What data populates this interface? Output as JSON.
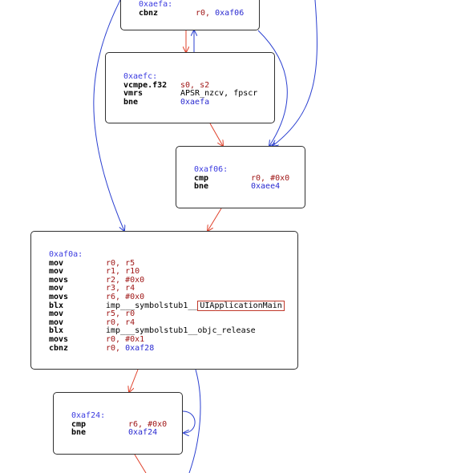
{
  "colors": {
    "true_edge": "#2a3fd0",
    "false_edge": "#e0402a",
    "address": "#3a3ae0",
    "operand": "#a01818",
    "highlight": "#c0392b"
  },
  "blocks": [
    {
      "id": "b_aefa",
      "addr": "0xaefa:",
      "lines": [
        {
          "mn": "cbnz",
          "ops": [
            {
              "t": "r0, ",
              "c": "imm"
            },
            {
              "t": "0xaf06",
              "c": "tgt"
            }
          ]
        }
      ]
    },
    {
      "id": "b_aefc",
      "addr": "0xaefc:",
      "lines": [
        {
          "mn": "vcmpe.f32",
          "ops": [
            {
              "t": "s0, s2",
              "c": "imm"
            }
          ]
        },
        {
          "mn": "vmrs",
          "ops": [
            {
              "t": "APSR_nzcv, fpscr",
              "c": "plain"
            }
          ]
        },
        {
          "mn": "bne",
          "ops": [
            {
              "t": "0xaefa",
              "c": "tgt"
            }
          ]
        }
      ]
    },
    {
      "id": "b_af06",
      "addr": "0xaf06:",
      "lines": [
        {
          "mn": "cmp",
          "ops": [
            {
              "t": "r0, #0x0",
              "c": "imm"
            }
          ]
        },
        {
          "mn": "bne",
          "ops": [
            {
              "t": "0xaee4",
              "c": "tgt"
            }
          ]
        }
      ]
    },
    {
      "id": "b_af0a",
      "addr": "0xaf0a:",
      "lines": [
        {
          "mn": "mov",
          "ops": [
            {
              "t": "r0, r5",
              "c": "imm"
            }
          ]
        },
        {
          "mn": "mov",
          "ops": [
            {
              "t": "r1, r10",
              "c": "imm"
            }
          ]
        },
        {
          "mn": "movs",
          "ops": [
            {
              "t": "r2, #0x0",
              "c": "imm"
            }
          ]
        },
        {
          "mn": "mov",
          "ops": [
            {
              "t": "r3, r4",
              "c": "imm"
            }
          ]
        },
        {
          "mn": "movs",
          "ops": [
            {
              "t": "r6, #0x0",
              "c": "imm"
            }
          ]
        },
        {
          "mn": "blx",
          "ops": [
            {
              "t": "imp___symbolstub1__",
              "c": "plain"
            },
            {
              "t": "UIApplicationMain",
              "c": "hl"
            }
          ]
        },
        {
          "mn": "mov",
          "ops": [
            {
              "t": "r5, r0",
              "c": "imm"
            }
          ]
        },
        {
          "mn": "mov",
          "ops": [
            {
              "t": "r0, r4",
              "c": "imm"
            }
          ]
        },
        {
          "mn": "blx",
          "ops": [
            {
              "t": "imp___symbolstub1__objc_release",
              "c": "plain"
            }
          ]
        },
        {
          "mn": "movs",
          "ops": [
            {
              "t": "r0, #0x1",
              "c": "imm"
            }
          ]
        },
        {
          "mn": "cbnz",
          "ops": [
            {
              "t": "r0, ",
              "c": "imm"
            },
            {
              "t": "0xaf28",
              "c": "tgt"
            }
          ]
        }
      ]
    },
    {
      "id": "b_af24",
      "addr": "0xaf24:",
      "lines": [
        {
          "mn": "cmp",
          "ops": [
            {
              "t": "r6, #0x0",
              "c": "imm"
            }
          ]
        },
        {
          "mn": "bne",
          "ops": [
            {
              "t": "0xaf24",
              "c": "tgt"
            }
          ]
        }
      ]
    }
  ]
}
